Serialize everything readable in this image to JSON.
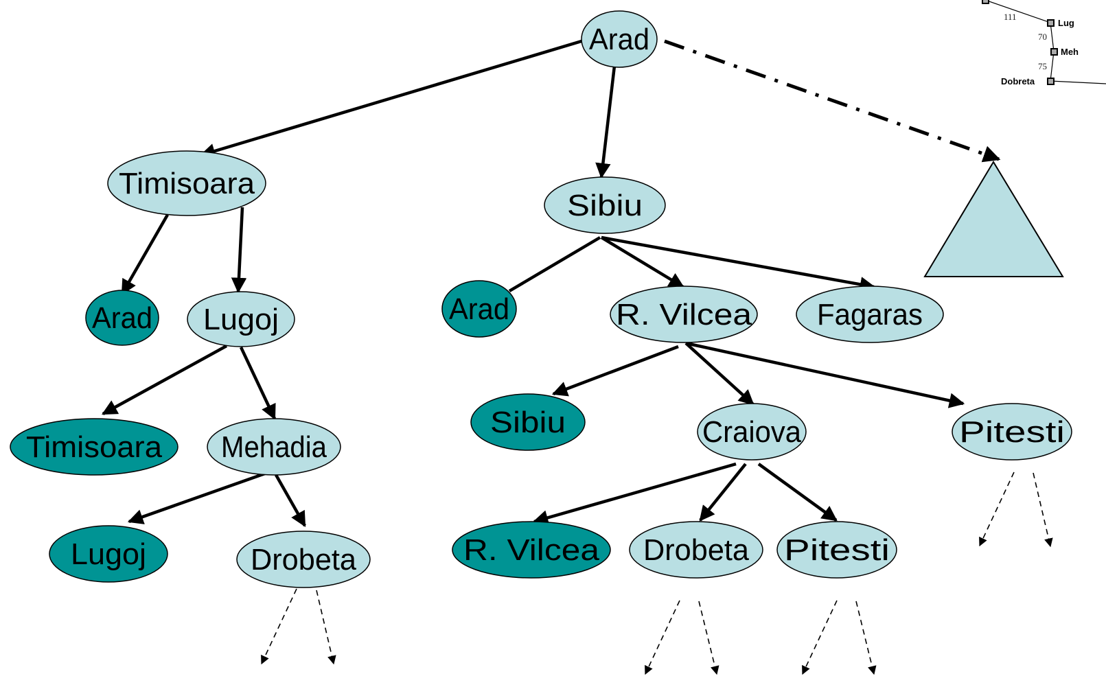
{
  "diagram": {
    "title": "Search tree expansion from Arad (Romania map)",
    "colors": {
      "unexpanded_fill": "#b9dfe3",
      "repeated_fill": "#009494",
      "edge": "#000000",
      "subtree_fill": "#b9dfe3"
    },
    "nodes": [
      {
        "id": "arad-root",
        "label": "Arad",
        "state": "unexpanded"
      },
      {
        "id": "timisoara",
        "label": "Timisoara",
        "state": "unexpanded"
      },
      {
        "id": "sibiu",
        "label": "Sibiu",
        "state": "unexpanded"
      },
      {
        "id": "arad-l2a",
        "label": "Arad",
        "state": "repeated"
      },
      {
        "id": "lugoj",
        "label": "Lugoj",
        "state": "unexpanded"
      },
      {
        "id": "arad-l2b",
        "label": "Arad",
        "state": "repeated"
      },
      {
        "id": "rvilcea",
        "label": "R. Vilcea",
        "state": "unexpanded"
      },
      {
        "id": "fagaras",
        "label": "Fagaras",
        "state": "unexpanded"
      },
      {
        "id": "timisoara-l3",
        "label": "Timisoara",
        "state": "repeated"
      },
      {
        "id": "mehadia",
        "label": "Mehadia",
        "state": "unexpanded"
      },
      {
        "id": "sibiu-l3",
        "label": "Sibiu",
        "state": "repeated"
      },
      {
        "id": "craiova",
        "label": "Craiova",
        "state": "unexpanded"
      },
      {
        "id": "pitesti-l3",
        "label": "Pitesti",
        "state": "unexpanded"
      },
      {
        "id": "lugoj-l4",
        "label": "Lugoj",
        "state": "repeated"
      },
      {
        "id": "drobeta-l4a",
        "label": "Drobeta",
        "state": "unexpanded"
      },
      {
        "id": "rvilcea-l4",
        "label": "R. Vilcea",
        "state": "repeated"
      },
      {
        "id": "drobeta-l4b",
        "label": "Drobeta",
        "state": "unexpanded"
      },
      {
        "id": "pitesti-l4",
        "label": "Pitesti",
        "state": "unexpanded"
      }
    ],
    "edges": [
      {
        "from": "arad-root",
        "to": "timisoara",
        "style": "solid"
      },
      {
        "from": "arad-root",
        "to": "sibiu",
        "style": "solid"
      },
      {
        "from": "arad-root",
        "to": "subtree",
        "style": "dash-dot"
      },
      {
        "from": "timisoara",
        "to": "arad-l2a",
        "style": "solid"
      },
      {
        "from": "timisoara",
        "to": "lugoj",
        "style": "solid"
      },
      {
        "from": "sibiu",
        "to": "arad-l2b",
        "style": "solid-no-arrow"
      },
      {
        "from": "sibiu",
        "to": "rvilcea",
        "style": "solid"
      },
      {
        "from": "sibiu",
        "to": "fagaras",
        "style": "solid"
      },
      {
        "from": "lugoj",
        "to": "timisoara-l3",
        "style": "solid"
      },
      {
        "from": "lugoj",
        "to": "mehadia",
        "style": "solid"
      },
      {
        "from": "rvilcea",
        "to": "sibiu-l3",
        "style": "solid"
      },
      {
        "from": "rvilcea",
        "to": "craiova",
        "style": "solid"
      },
      {
        "from": "rvilcea",
        "to": "pitesti-l3",
        "style": "solid"
      },
      {
        "from": "mehadia",
        "to": "lugoj-l4",
        "style": "solid"
      },
      {
        "from": "mehadia",
        "to": "drobeta-l4a",
        "style": "solid"
      },
      {
        "from": "craiova",
        "to": "rvilcea-l4",
        "style": "solid"
      },
      {
        "from": "craiova",
        "to": "drobeta-l4b",
        "style": "solid"
      },
      {
        "from": "craiova",
        "to": "pitesti-l4",
        "style": "solid"
      }
    ],
    "continuations": [
      "drobeta-l4a",
      "drobeta-l4b",
      "pitesti-l4",
      "pitesti-l3"
    ],
    "map_inset": {
      "cities": [
        "Lug",
        "Meh",
        "Dobreta"
      ],
      "distances": [
        "111",
        "70",
        "75"
      ]
    }
  }
}
